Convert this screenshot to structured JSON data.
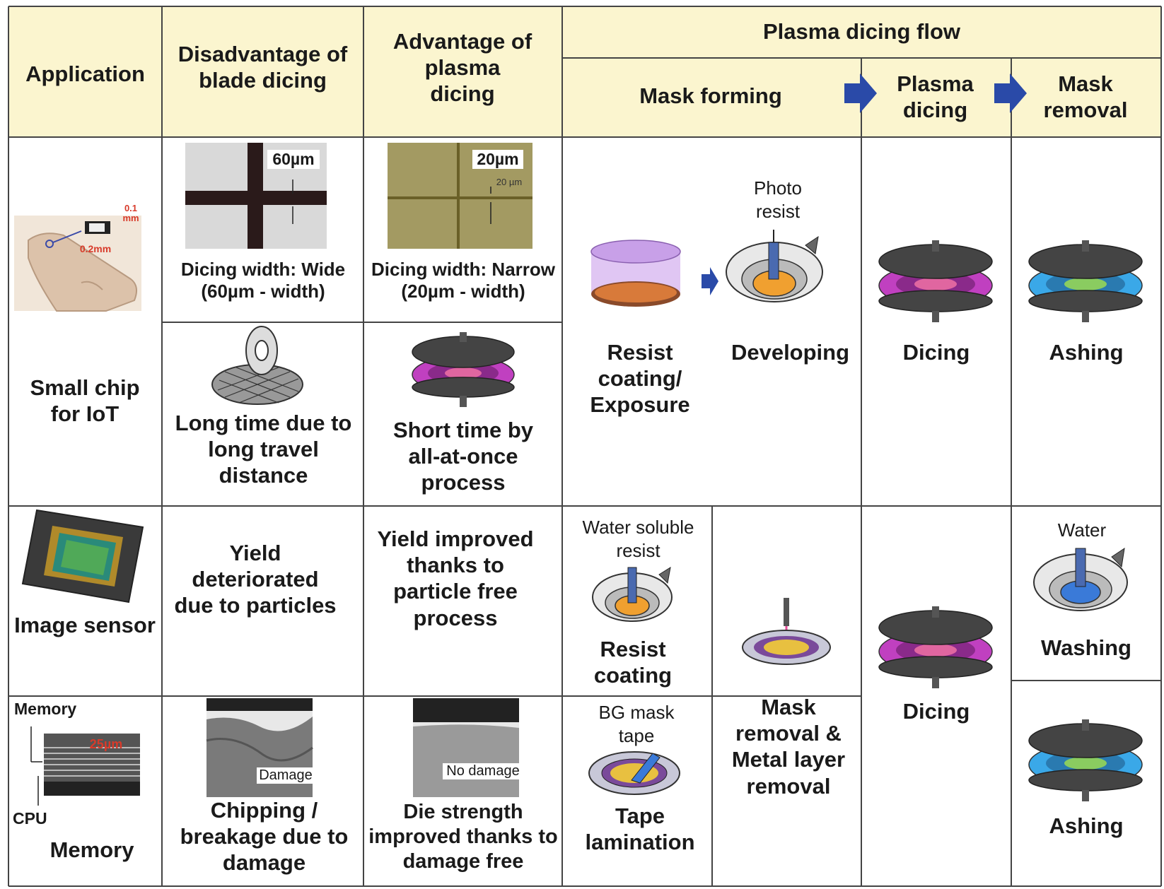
{
  "headers": {
    "application": "Application",
    "disadvantage": "Disadvantage of blade dicing",
    "advantage": "Advantage of plasma dicing",
    "flow": "Plasma dicing flow",
    "mask_forming": "Mask forming",
    "plasma_dicing": "Plasma dicing",
    "mask_removal": "Mask removal"
  },
  "row_small_chip": {
    "application": "Small chip for IoT",
    "chip_dim_thickness": "0.1 mm",
    "chip_dim_length": "0.2mm",
    "blade_width_caption": "Dicing width: Wide (60µm - width)",
    "blade_width_label": "60µm",
    "plasma_width_caption": "Dicing width: Narrow (20µm - width)",
    "plasma_width_label": "20µm",
    "plasma_width_inner": "20 µm",
    "blade_time": "Long time due to long travel distance",
    "plasma_time": "Short time by all-at-once process",
    "photo_resist": "Photo resist",
    "resist_coating_exposure": "Resist coating/ Exposure",
    "developing": "Developing",
    "dicing": "Dicing",
    "ashing": "Ashing"
  },
  "row_image_sensor": {
    "application": "Image sensor",
    "disadvantage": "Yield deteriorated due to particles",
    "advantage": "Yield improved thanks to particle free process",
    "water_soluble_resist": "Water soluble resist",
    "resist_coating": "Resist coating",
    "water": "Water",
    "washing": "Washing"
  },
  "row_memory": {
    "memory_label": "Memory",
    "cpu_label": "CPU",
    "thickness_label": "25µm",
    "application": "Memory",
    "damage_label": "Damage",
    "disadvantage": "Chipping / breakage due to damage",
    "no_damage_label": "No damage",
    "advantage": "Die strength improved thanks to damage free",
    "bg_mask_tape": "BG mask tape",
    "tape_lamination": "Tape lamination",
    "mask_removal_metal": "Mask removal & Metal layer removal",
    "dicing": "Dicing",
    "ashing": "Ashing"
  },
  "colors": {
    "header_bg": "#fbf5cf",
    "arrow_blue": "#2a4aa8",
    "plasma_magenta": "#c040c0",
    "ashing_blue": "#3aa8e8"
  }
}
